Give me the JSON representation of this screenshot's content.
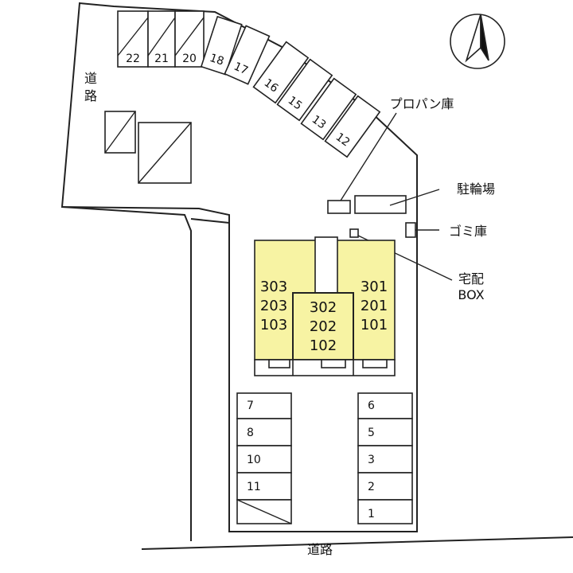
{
  "title": "",
  "roads": {
    "left": "道\n路",
    "bottom": "道路"
  },
  "facilities": {
    "propane": "プロパン庫",
    "bicycle": "駐輪場",
    "garbage": "ゴミ庫",
    "delivery_line1": "宅配",
    "delivery_line2": "BOX"
  },
  "building": {
    "left_units": [
      "303",
      "203",
      "103"
    ],
    "center_units": [
      "302",
      "202",
      "102"
    ],
    "right_units": [
      "301",
      "201",
      "101"
    ],
    "fill": "#f7f3a3"
  },
  "parking_top": [
    "22",
    "21",
    "20",
    "18",
    "17",
    "16",
    "15",
    "13",
    "12"
  ],
  "parking_bottom_left": [
    "7",
    "8",
    "10",
    "11"
  ],
  "parking_bottom_right": [
    "6",
    "5",
    "3",
    "2",
    "1"
  ],
  "compass": {
    "icon": "north-arrow-icon"
  }
}
